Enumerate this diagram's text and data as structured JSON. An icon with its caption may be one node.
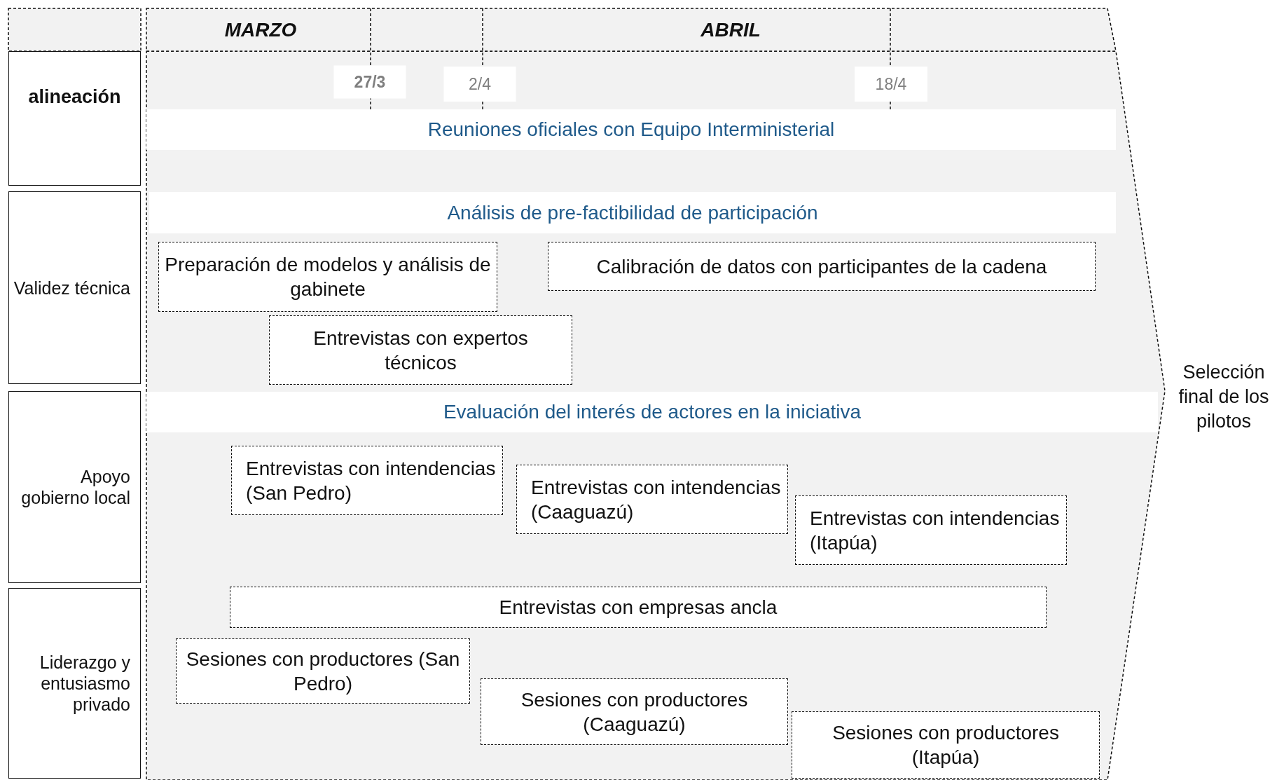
{
  "diagram": {
    "nodes": [
      {
        "text": [
          "alineación"
        ]
      },
      {
        "text": [
          "Reuniones oficiales con Equipo Interministerial"
        ]
      },
      {
        "text": [
          "Validez técnica"
        ]
      },
      {
        "text": [
          "Análisis de pre-factibilidad  de participación"
        ]
      },
      {
        "text": [
          "Preparación de modelos y análisis de gabinete"
        ]
      },
      {
        "text": [
          "Calibración de datos con participantes de la cadena"
        ]
      },
      {
        "text": [
          "Entrevistas con expertos técnicos"
        ]
      },
      {
        "text": [
          "Apoyo gobierno local"
        ]
      },
      {
        "text": [
          "Evaluación del interés de actores en la iniciativa"
        ]
      },
      {
        "text": [
          "Entrevistas con intendencias (San Pedro)"
        ]
      },
      {
        "text": [
          "Entrevistas con intendencias (Caaguazú)"
        ]
      },
      {
        "text": [
          "Entrevistas con intendencias (Itapúa)"
        ]
      },
      {
        "text": [
          "Liderazgo y entusiasmo privado"
        ]
      },
      {
        "text": [
          "Entrevistas con empresas ancla"
        ]
      },
      {
        "text": [
          "Sesiones con productores (San Pedro)"
        ]
      },
      {
        "text": [
          "Sesiones con productores (Caaguazú)"
        ]
      },
      {
        "text": [
          "Sesiones con productores (Itapúa)"
        ]
      }
    ],
    "labels": [
      "MARZO",
      "ABRIL",
      "27/3",
      "2/4",
      "18/4",
      "Selección final de los pilotos"
    ]
  }
}
